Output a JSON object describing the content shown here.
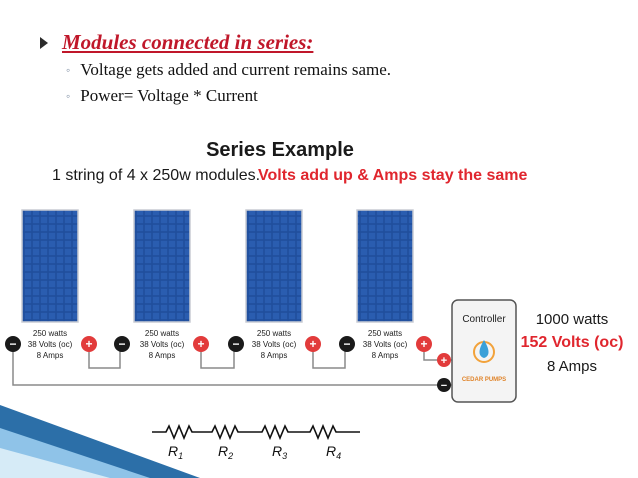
{
  "slide": {
    "heading": "Modules connected in series:",
    "bullets": [
      "Voltage gets added and current remains same.",
      "Power= Voltage * Current"
    ]
  },
  "figure": {
    "title": "Series Example",
    "subtitle_black": "1 string of 4 x 250w modules.",
    "subtitle_red": "Volts add up & Amps stay the same",
    "panels": [
      {
        "watts": "250 watts",
        "volts": "38 Volts (oc)",
        "amps": "8 Amps"
      },
      {
        "watts": "250 watts",
        "volts": "38 Volts (oc)",
        "amps": "8 Amps"
      },
      {
        "watts": "250 watts",
        "volts": "38 Volts (oc)",
        "amps": "8 Amps"
      },
      {
        "watts": "250 watts",
        "volts": "38 Volts (oc)",
        "amps": "8 Amps"
      }
    ],
    "controller": {
      "label": "Controller",
      "brand": "CEDAR PUMPS"
    },
    "totals": {
      "watts": "1000 watts",
      "volts": "152 Volts (oc)",
      "amps": "8 Amps"
    },
    "terminals": {
      "minus": "−",
      "plus": "+"
    }
  },
  "resistors": {
    "labels": [
      "R1",
      "R2",
      "R3",
      "R4"
    ],
    "symbol": "R",
    "subscripts": [
      "1",
      "2",
      "3",
      "4"
    ]
  },
  "colors": {
    "heading_red": "#c0172a",
    "panel_blue": "#1f4e9c",
    "terminal_red": "#e23b3b",
    "accent_red": "#e0262e"
  }
}
